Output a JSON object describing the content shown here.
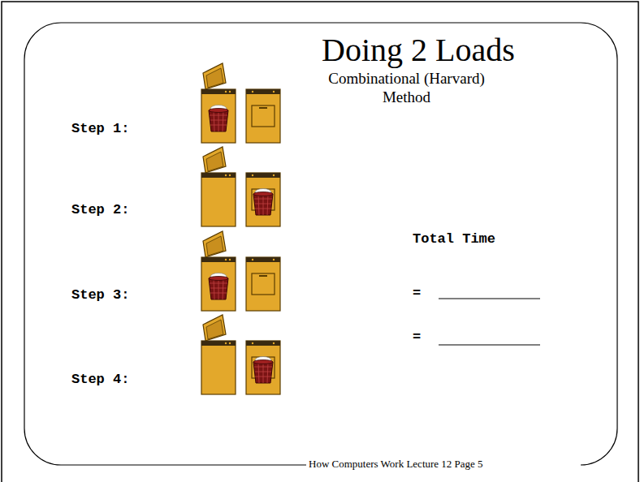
{
  "diagram": {
    "title": "Doing 2 Loads",
    "labels": [
      "Combinational (Harvard) Method",
      "Step 1:",
      "Step 2:",
      "Step 3:",
      "Step 4:",
      "Total Time",
      "=",
      "=",
      "How Computers Work Lecture 12 Page 5"
    ]
  }
}
